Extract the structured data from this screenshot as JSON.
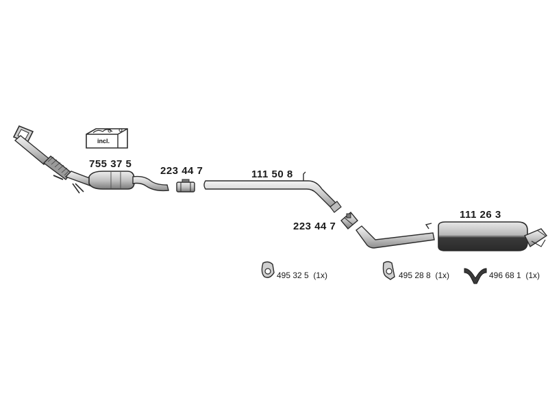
{
  "parts": {
    "catalytic_converter": {
      "number": "755 37 5",
      "kit_note": "incl."
    },
    "clamp_front": {
      "number": "223 44 7"
    },
    "intermediate_pipe": {
      "number": "111 50 8"
    },
    "clamp_rear": {
      "number": "223 44 7"
    },
    "rear_silencer": {
      "number": "111 26 3"
    }
  },
  "accessories": [
    {
      "number": "495 32 5",
      "qty": "(1x)"
    },
    {
      "number": "495 28 8",
      "qty": "(1x)"
    },
    {
      "number": "496 68 1",
      "qty": "(1x)"
    }
  ],
  "colors": {
    "line": "#2b2b2b",
    "fill_light": "#d9d9d9",
    "fill_mid": "#a9a9a9",
    "fill_dark": "#3a3a3a"
  }
}
